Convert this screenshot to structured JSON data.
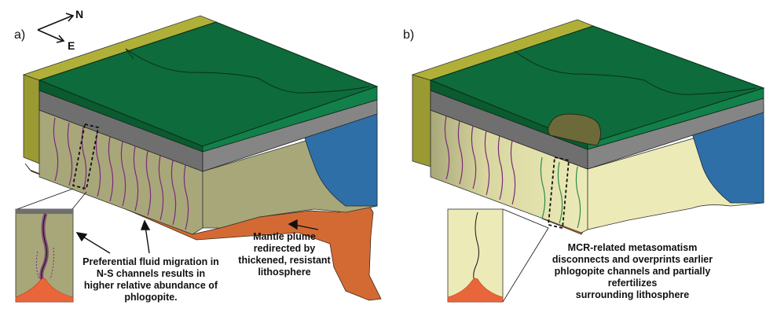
{
  "panels": {
    "a": {
      "label": "a)"
    },
    "b": {
      "label": "b)"
    }
  },
  "compass": {
    "north": "N",
    "east": "E"
  },
  "captions": {
    "fluid_migration": [
      "Preferential fluid migration in",
      "N-S channels results in",
      "higher relative abundance of",
      "phlogopite."
    ],
    "mantle_plume": [
      "Mantle plume",
      "redirected by",
      "thickened, resistant",
      "lithosphere"
    ],
    "mcr": [
      "MCR-related metasomatism",
      "disconnects and overprints earlier",
      "phlogopite channels and partially",
      "refertilizes",
      "surrounding lithosphere"
    ]
  },
  "colors": {
    "surface_green": "#0e6b3b",
    "olive": "#9a9a32",
    "gray_layer": "#6f6f6f",
    "lithosphere_a": "#a8a77a",
    "lithosphere_b": "#ecebb8",
    "ocean_blue": "#2f6fa8",
    "plume_orange": "#d46a33",
    "channel_purple": "#7a2a7a",
    "channel_green": "#2f8a4a",
    "mcr_brown": "#6d6a3a"
  }
}
